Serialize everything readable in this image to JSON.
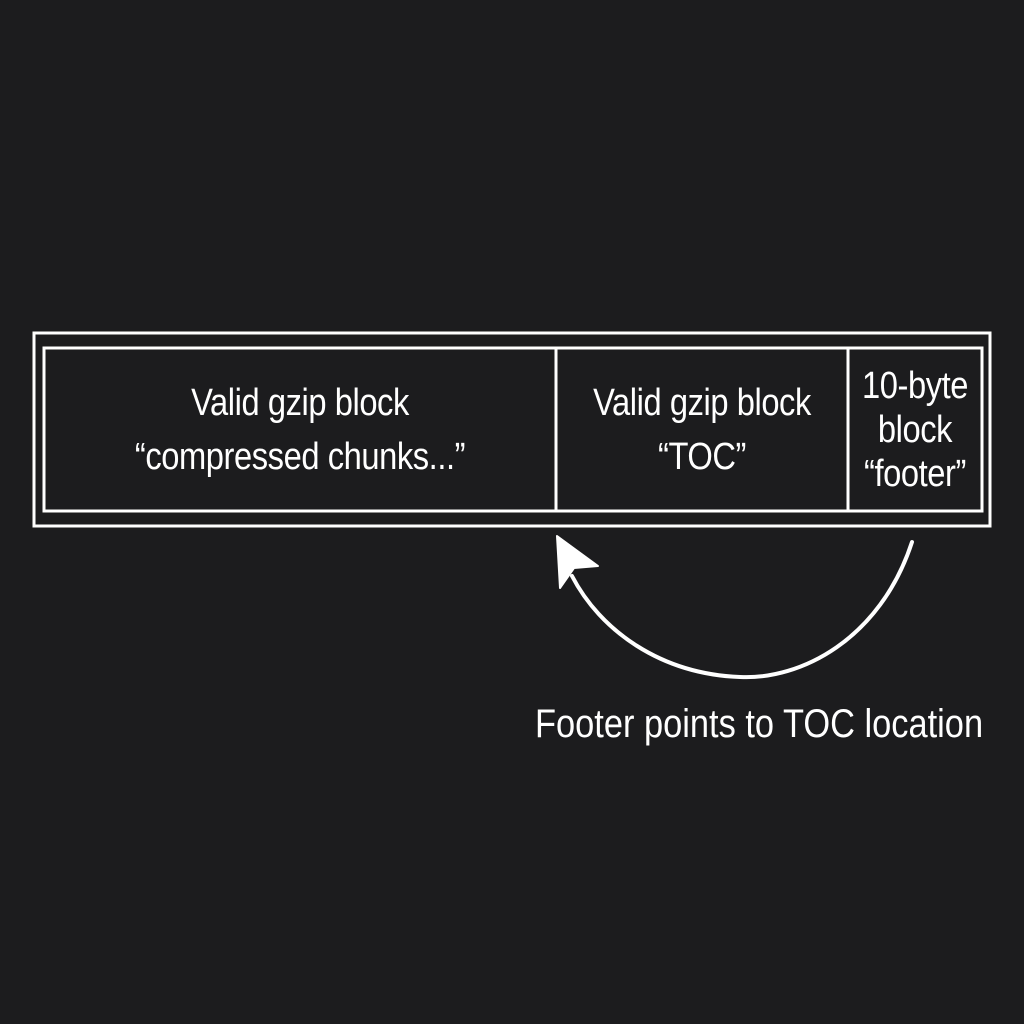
{
  "diagram": {
    "blocks": [
      {
        "line1": "Valid gzip block",
        "line2": "“compressed chunks...”"
      },
      {
        "line1": "Valid gzip block",
        "line2": "“TOC”"
      },
      {
        "line1": "10-byte",
        "line2": "block",
        "line3": "“footer”"
      }
    ],
    "caption": "Footer points to TOC location"
  },
  "colors": {
    "background": "#1c1c1e",
    "stroke": "#ffffff"
  }
}
